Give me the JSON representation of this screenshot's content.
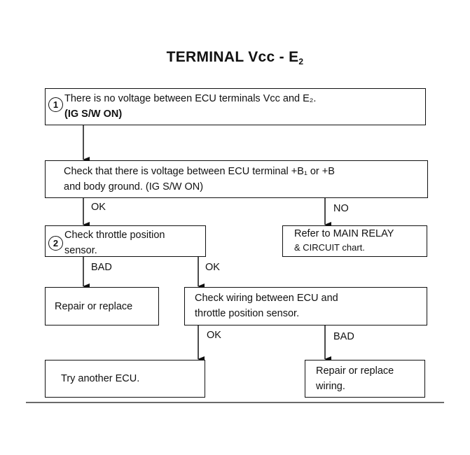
{
  "title": {
    "main": "TERMINAL Vcc - E",
    "sub": "2"
  },
  "boxes": {
    "b1": {
      "num": "1",
      "line1": "There is no voltage between ECU terminals Vcc and E₂.",
      "line2": "(IG S/W ON)"
    },
    "b2": {
      "line1": "Check that there is voltage between ECU terminal +B₁ or +B",
      "line2": "and body ground. (IG S/W ON)"
    },
    "b3": {
      "num": "2",
      "line1": "Check throttle position",
      "line2": "sensor."
    },
    "b4": {
      "line1": "Refer to MAIN RELAY",
      "line2": "& CIRCUIT chart."
    },
    "b5": {
      "line1": "Repair or replace"
    },
    "b6": {
      "line1": "Check wiring between ECU and",
      "line2": "throttle position sensor."
    },
    "b7": {
      "line1": "Try another ECU."
    },
    "b8": {
      "line1": "Repair or replace",
      "line2": "wiring."
    }
  },
  "labels": {
    "ok1": "OK",
    "no1": "NO",
    "bad1": "BAD",
    "ok2": "OK",
    "ok3": "OK",
    "bad2": "BAD"
  }
}
